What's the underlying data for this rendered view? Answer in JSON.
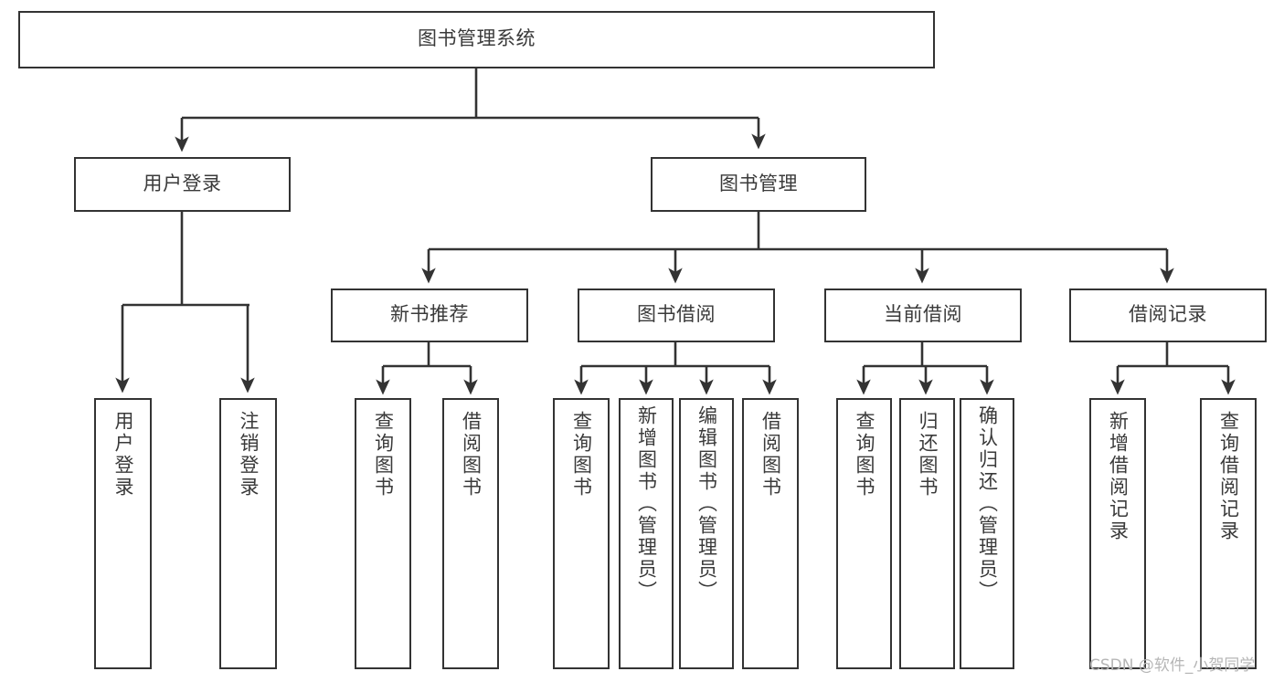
{
  "diagram": {
    "type": "tree-hierarchy-chart",
    "title": "图书管理系统",
    "colors": {
      "box_border": "#333333",
      "box_fill": "#ffffff",
      "text": "#3a3a3a",
      "connector": "#333333",
      "watermark": "#b6b6b6",
      "background": "#ffffff"
    },
    "root": {
      "label": "图书管理系统"
    },
    "level2": [
      {
        "label": "用户登录"
      },
      {
        "label": "图书管理"
      }
    ],
    "level3": [
      {
        "label": "新书推荐"
      },
      {
        "label": "图书借阅"
      },
      {
        "label": "当前借阅"
      },
      {
        "label": "借阅记录"
      }
    ],
    "leaves": {
      "user_login": [
        {
          "label": "用户登录"
        },
        {
          "label": "注销登录"
        }
      ],
      "new_book_recommend": [
        {
          "label": "查询图书"
        },
        {
          "label": "借阅图书"
        }
      ],
      "book_borrow": [
        {
          "label": "查询图书"
        },
        {
          "label": "新增图书（管理员）"
        },
        {
          "label": "编辑图书（管理员）"
        },
        {
          "label": "借阅图书"
        }
      ],
      "current_borrow": [
        {
          "label": "查询图书"
        },
        {
          "label": "归还图书"
        },
        {
          "label": "确认归还（管理员）"
        }
      ],
      "borrow_record": [
        {
          "label": "新增借阅记录"
        },
        {
          "label": "查询借阅记录"
        }
      ]
    },
    "watermark": "CSDN @软件_小贺同学"
  }
}
